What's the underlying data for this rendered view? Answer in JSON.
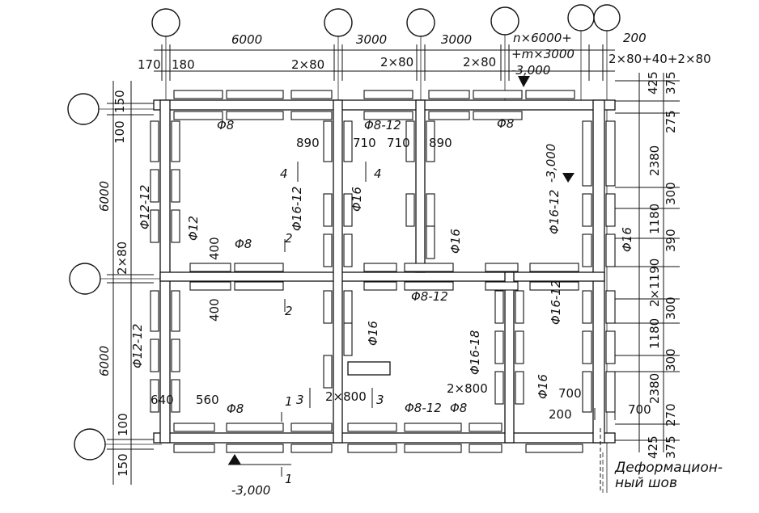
{
  "dimensions": {
    "top": {
      "d6000": "6000",
      "d3000a": "3000",
      "d3000b": "3000",
      "formula": "n×6000+",
      "formula2": "+m×3000",
      "d200": "200",
      "d170": "170",
      "d180": "180",
      "d2x80a": "2×80",
      "d2x80b": "2×80",
      "d2x80c": "2×80",
      "d2x80complex": "2×80+40+2×80"
    },
    "left": {
      "d150": "150",
      "d100": "100",
      "d6000a": "6000",
      "d2x80": "2×80",
      "d6000b": "6000",
      "d100b": "100",
      "d150b": "150"
    },
    "right": {
      "d425": "425",
      "d375": "375",
      "d275": "275",
      "d2380a": "2380",
      "d300a": "300",
      "d1180a": "1180",
      "d390": "390",
      "d2x1190": "2×1190",
      "d300b": "300",
      "d1180b": "1180",
      "d300c": "300",
      "d2380b": "2380",
      "d270": "270",
      "d425b": "425",
      "d375b": "375"
    },
    "inner": {
      "d890a": "890",
      "d710a": "710",
      "d710b": "710",
      "d890b": "890",
      "d400a": "400",
      "d400b": "400",
      "d640": "640",
      "d560": "560",
      "d2x800a": "2×800",
      "d2x800b": "2×800",
      "d700a": "700",
      "d700b": "700",
      "d200b": "200"
    }
  },
  "levels": {
    "top": "-3,000",
    "mid": "-3,000",
    "bottom": "-3,000"
  },
  "rebar": {
    "f8_topleft": "Φ8",
    "f812_top": "Φ8-12",
    "f8_topright": "Φ8",
    "f1612_a": "Φ16-12",
    "f16_a": "Φ16",
    "f16_b": "Φ16",
    "f1612_right": "Φ16-12",
    "f16_right": "Φ16",
    "f1212_left": "Φ12-12",
    "f12_left": "Φ12",
    "f8_mid": "Φ8",
    "f812_mid": "Φ8-12",
    "f1612_mid": "Φ16-12",
    "f1212_left2": "Φ12-12",
    "f16_c": "Φ16",
    "f1618": "Φ16-18",
    "f16_d": "Φ16",
    "f8_bottom": "Φ8",
    "f812_bottom": "Φ8-12",
    "f8_bottom2": "Φ8"
  },
  "sections": {
    "s4a": "4",
    "s4b": "4",
    "s2a": "2",
    "s2b": "2",
    "s1a": "1",
    "s1b": "1",
    "s3a": "3",
    "s3b": "3"
  },
  "notes": {
    "joint_line1": "Деформацион-",
    "joint_line2": "ный шов"
  }
}
